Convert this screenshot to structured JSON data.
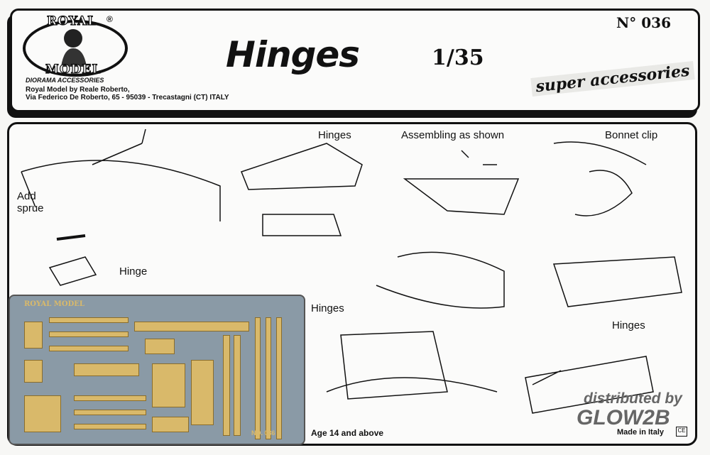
{
  "header": {
    "brand_top": "ROYAL",
    "brand_bottom": "MODEL",
    "registered": "®",
    "brand_subtitle": "DIORAMA ACCESSORIES",
    "address_line1": "Royal Model by Reale Roberto,",
    "address_line2": "Via Federico De Roberto, 65 - 95039 - Trecastagni (CT) ITALY",
    "title": "Hinges",
    "scale": "1/35",
    "number": "N° 036",
    "tagline": "super accessories"
  },
  "labels": {
    "add_sprue": "Add sprue",
    "hinge": "Hinge",
    "hinges_top": "Hinges",
    "assembling": "Assembling as shown",
    "bonnet_clip": "Bonnet clip",
    "hinges_left": "Hinges",
    "hinges_right": "Hinges"
  },
  "fret": {
    "brand": "ROYAL MODEL",
    "code": "NO. 036"
  },
  "footer": {
    "age": "Age 14 and above",
    "made_in": "Made in Italy",
    "distributor_label": "distributed by",
    "distributor": "GLOW2B"
  }
}
